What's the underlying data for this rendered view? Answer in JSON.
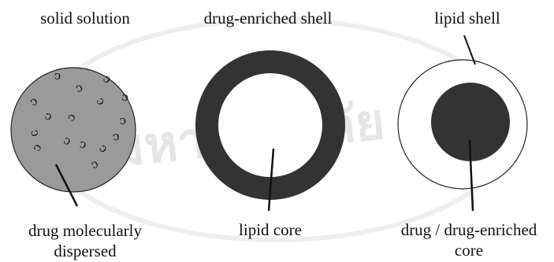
{
  "panels": [
    {
      "title": "solid solution",
      "caption_lines": [
        "drug molecularly",
        "dispersed"
      ],
      "fill_color": "#9a9a9a",
      "drug_marks": [
        "ↄ",
        "ↄ",
        "ↄ",
        "ↄ",
        "ↄ",
        "ↄ",
        "ↄ",
        "ↄ",
        "ↄ",
        "ↄ",
        "ↄ",
        "ↄ",
        "ↄ",
        "ↄ",
        "ↄ",
        "ↄ"
      ]
    },
    {
      "title": "drug-enriched shell",
      "caption_lines": [
        "lipid core"
      ],
      "shell_color": "#333333",
      "core_color": "#ffffff"
    },
    {
      "title": "lipid shell",
      "caption_lines": [
        "drug / drug-enriched",
        "core"
      ],
      "shell_color": "#ffffff",
      "core_color": "#333333"
    }
  ],
  "watermark": "มหาวิทยาลัย"
}
